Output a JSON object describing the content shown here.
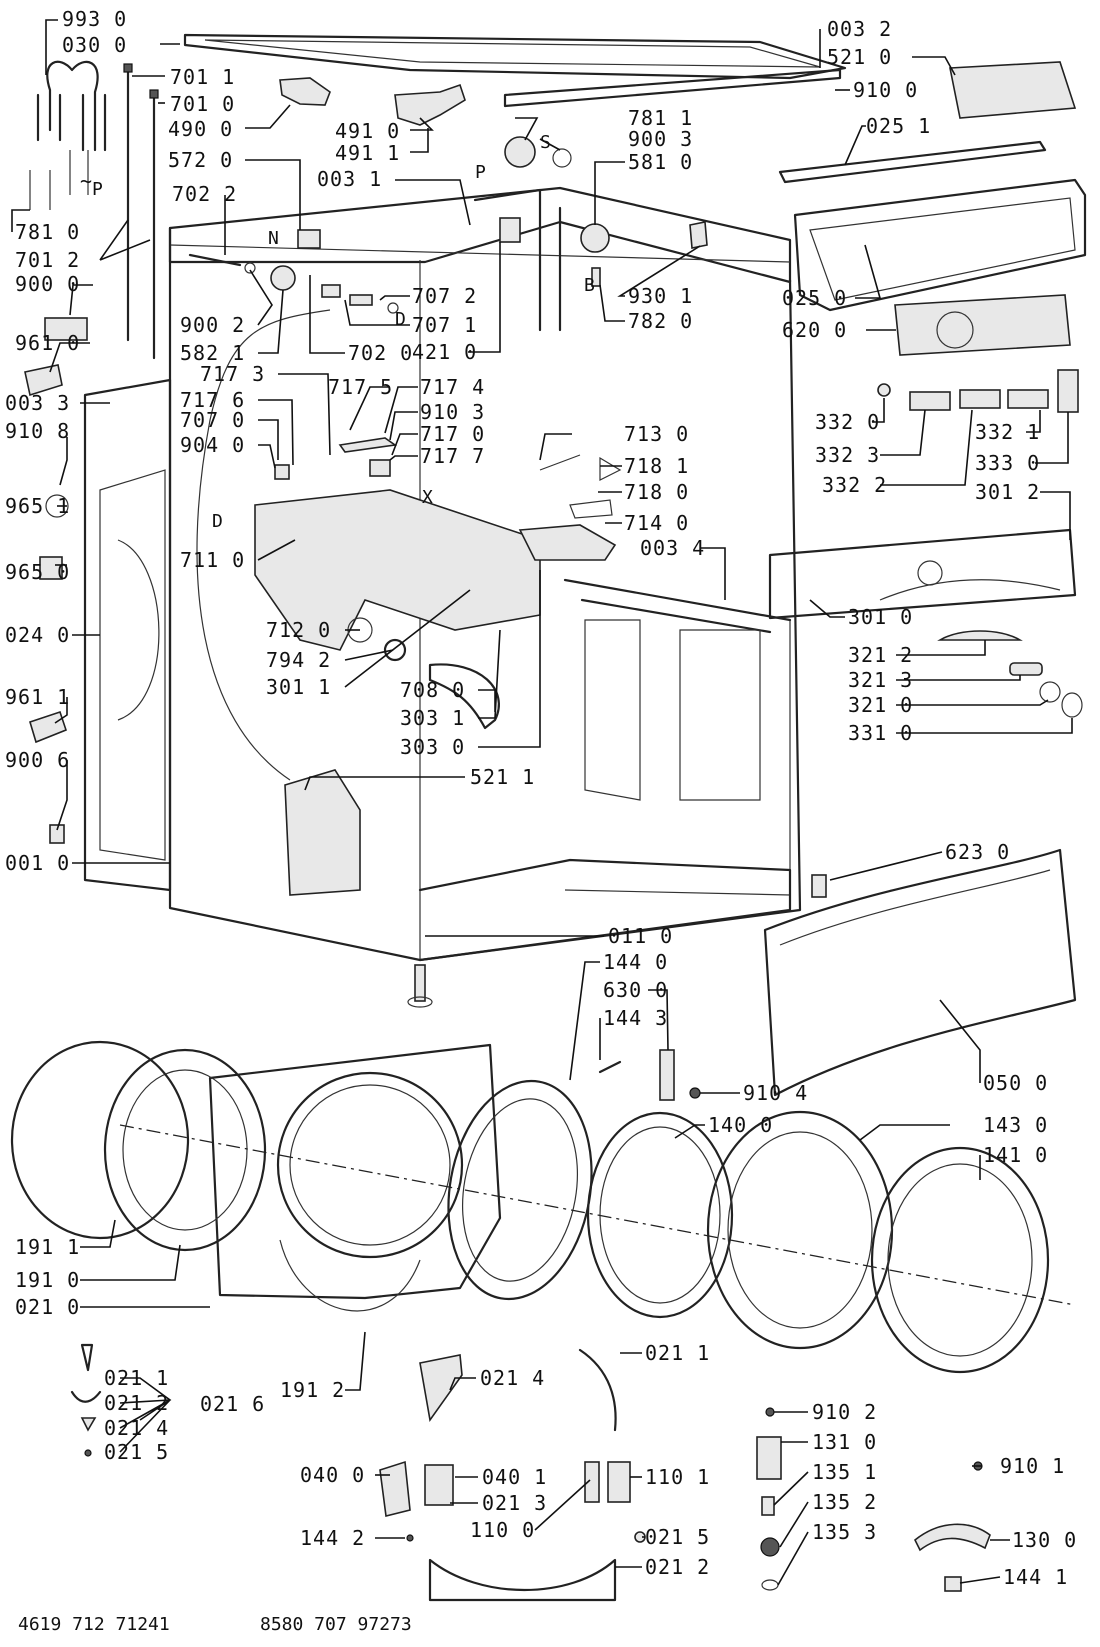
{
  "labels": {
    "l9930": "993 0",
    "l0300": "030 0",
    "l7011": "701 1",
    "l7010": "701 0",
    "l4900": "490 0",
    "l4910": "491 0",
    "l4911": "491 1",
    "l0031": "003 1",
    "l5720": "572 0",
    "l7022": "702 2",
    "l7810": "781 0",
    "l7012": "701 2",
    "l9000": "900 0",
    "l9610": "961 0",
    "l0033": "003 3",
    "l9108": "910 8",
    "l9651": "965 1",
    "l9650": "965 0",
    "l0240": "024 0",
    "l9611": "961 1",
    "l9006": "900 6",
    "l0010": "001 0",
    "l9002": "900 2",
    "l5821": "582 1",
    "l7020": "702 0",
    "l7073": "717 3",
    "l7175": "717 5",
    "l7174": "717 4",
    "l7176": "717 6",
    "l9103": "910 3",
    "l7070": "707 0",
    "l7170": "717 0",
    "l9040": "904 0",
    "l7177": "717 7",
    "l7110": "711 0",
    "l7120": "712 0",
    "l7942": "794 2",
    "l3011": "301 1",
    "l7080": "708 0",
    "l3031": "303 1",
    "l3030": "303 0",
    "l5211": "521 1",
    "l7072": "707 2",
    "l7071": "707 1",
    "l4210": "421 0",
    "l7811": "781 1",
    "l9003": "900 3",
    "l5810": "581 0",
    "l9301": "930 1",
    "l7820": "782 0",
    "l0032": "003 2",
    "l5210": "521 0",
    "l9100": "910 0",
    "l0251": "025 1",
    "l0250": "025 0",
    "l6200": "620 0",
    "l3320": "332 0",
    "l3323": "332 3",
    "l3322": "332 2",
    "l3321": "332 1",
    "l3330": "333 0",
    "l3012": "301 2",
    "l7130": "713 0",
    "l7181": "718 1",
    "l7180": "718 0",
    "l7140": "714 0",
    "l0034": "003 4",
    "l3010": "301 0",
    "l3212": "321 2",
    "l3213": "321 3",
    "l3210": "321 0",
    "l3310": "331 0",
    "l6230": "623 0",
    "l0110": "011 0",
    "l1440": "144 0",
    "l6300": "630 0",
    "l1443": "144 3",
    "l9104": "910 4",
    "l0500": "050 0",
    "l1400": "140 0",
    "l1430": "143 0",
    "l1410": "141 0",
    "l1911": "191 1",
    "l1910": "191 0",
    "l0210": "021 0",
    "l0211a": "021 1",
    "l0212a": "021 2",
    "l0214a": "021 4",
    "l0215a": "021 5",
    "l0216": "021 6",
    "l1912": "191 2",
    "l0214b": "021 4",
    "l0211b": "021 1",
    "l0400": "040 0",
    "l0401": "040 1",
    "l0213": "021 3",
    "l1100": "110 0",
    "l1101": "110 1",
    "l1442": "144 2",
    "l0215b": "021 5",
    "l0212b": "021 2",
    "l9102": "910 2",
    "l1310": "131 0",
    "l1351": "135 1",
    "l1352": "135 2",
    "l1353": "135 3",
    "l9101": "910 1",
    "l1300": "130 0",
    "l1441": "144 1"
  },
  "letters": {
    "P1": "P",
    "P2": "P",
    "S": "S",
    "N": "N",
    "D1": "D",
    "D2": "D",
    "X": "X",
    "B": "B"
  },
  "footer": {
    "left_code": "4619 712 71241",
    "right_code": "8580 707 97273"
  }
}
